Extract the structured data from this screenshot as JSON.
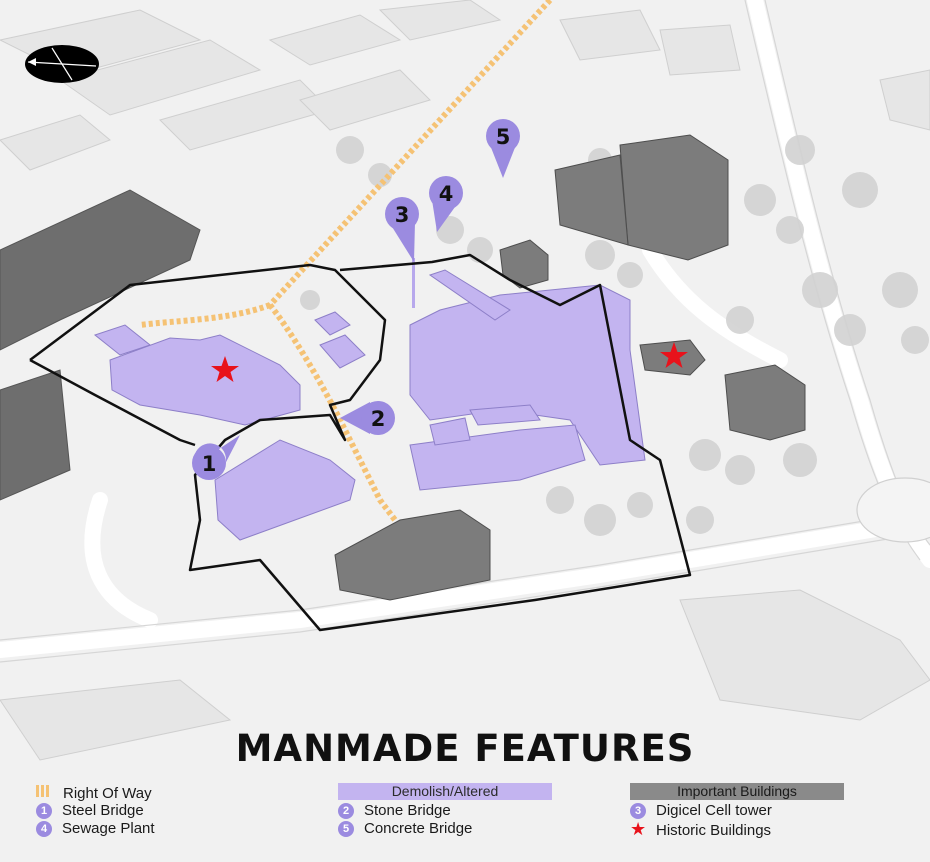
{
  "title": "MANMADE FEATURES",
  "markers": [
    {
      "num": "1",
      "label": "Steel Bridge"
    },
    {
      "num": "2",
      "label": "Stone Bridge"
    },
    {
      "num": "3",
      "label": "Digicel Cell tower"
    },
    {
      "num": "4",
      "label": "Sewage Plant"
    },
    {
      "num": "5",
      "label": "Concrete Bridge"
    }
  ],
  "legend": {
    "right_of_way": "Right Of Way",
    "steel_bridge": "Steel Bridge",
    "sewage_plant": "Sewage Plant",
    "demolish_group": "Demolish/Altered",
    "stone_bridge": "Stone Bridge",
    "concrete_bridge": "Concrete Bridge",
    "important_group": "Important Buildings",
    "cell_tower": "Digicel Cell tower",
    "historic": "Historic Buildings"
  },
  "colors": {
    "demolish": "#c3b4f0",
    "marker": "#9b8be0",
    "important": "#8a8a8a",
    "right_of_way": "#f5c274",
    "historic_star": "#e8121b",
    "boundary": "#111111"
  }
}
